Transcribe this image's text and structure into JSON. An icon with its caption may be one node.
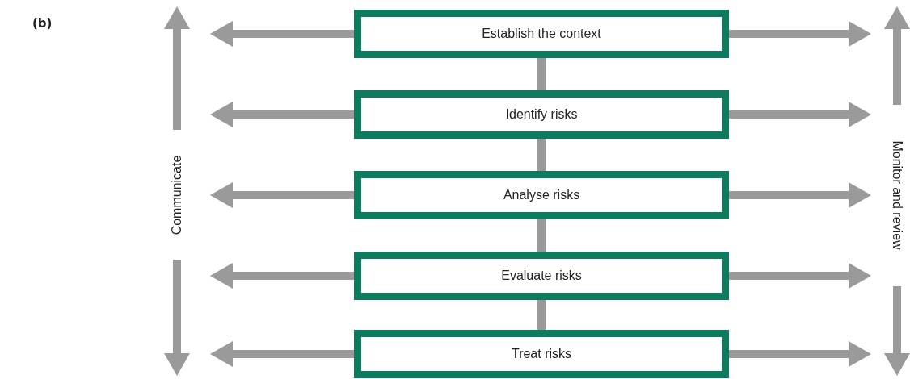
{
  "diagram": {
    "nodes": [
      {
        "text": [
          "Establish the context"
        ]
      },
      {
        "text": [
          "Identify risks"
        ]
      },
      {
        "text": [
          "Analyse risks"
        ]
      },
      {
        "text": [
          "Evaluate risks"
        ]
      },
      {
        "text": [
          "Treat risks"
        ]
      }
    ],
    "edges": [
      {
        "from": 0,
        "to": 1,
        "arrow": "none"
      },
      {
        "from": 1,
        "to": 2,
        "arrow": "none"
      },
      {
        "from": 2,
        "to": 3,
        "arrow": "none"
      },
      {
        "from": 3,
        "to": 4,
        "arrow": "none"
      },
      {
        "from": 0,
        "to": null,
        "arrow": "to"
      },
      {
        "from": 1,
        "to": null,
        "arrow": "to"
      },
      {
        "from": 2,
        "to": null,
        "arrow": "to"
      },
      {
        "from": 3,
        "to": null,
        "arrow": "to"
      },
      {
        "from": 4,
        "to": null,
        "arrow": "to"
      },
      {
        "from": 0,
        "to": null,
        "arrow": "to"
      },
      {
        "from": 1,
        "to": null,
        "arrow": "to"
      },
      {
        "from": 2,
        "to": null,
        "arrow": "to"
      },
      {
        "from": 3,
        "to": null,
        "arrow": "to"
      },
      {
        "from": 4,
        "to": null,
        "arrow": "to"
      }
    ],
    "labels": [
      "(b)",
      "Communicate",
      "Monitor and review"
    ]
  }
}
